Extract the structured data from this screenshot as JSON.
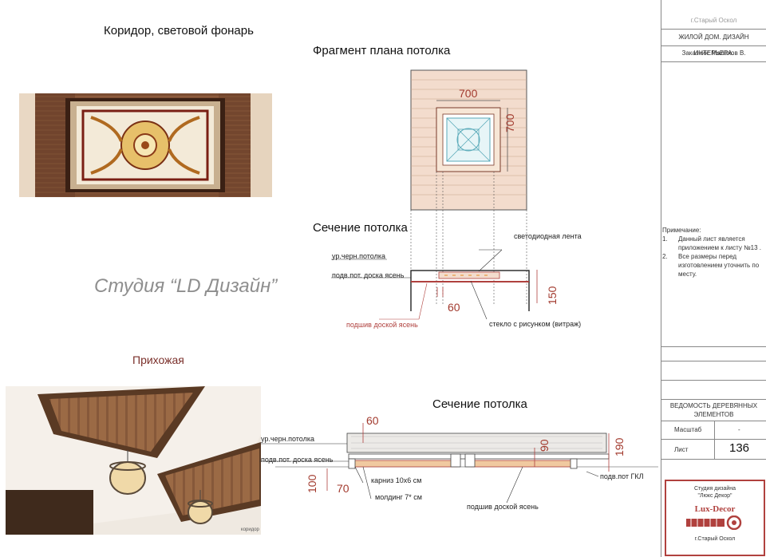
{
  "titles": {
    "corridor": "Коридор, световой фонарь",
    "plan": "Фрагмент плана потолка",
    "section1": "Сечение потолка",
    "section2": "Сечение потолка",
    "hallway": "Прихожая",
    "watermark": "Студия “LD Дизайн”",
    "photo_caption": "коридор"
  },
  "plan": {
    "dim_width": "700",
    "dim_height": "700"
  },
  "section1": {
    "label_rough": "ур.черн.потолка",
    "label_board": "подв.пот. доска ясень",
    "label_led": "светодиодная лента",
    "label_lining": "подшив доской ясень",
    "label_glass": "стекло с рисунком (витраж)",
    "dim_60": "60",
    "dim_150": "150"
  },
  "section2": {
    "label_rough": "ур.черн.потолка",
    "label_board": "подв.пот. доска ясень",
    "label_cornice": "карниз 10х6 см",
    "label_molding": "молдинг 7* см",
    "label_lining": "подшив доской ясень",
    "label_gkl": "подв.пот ГКЛ",
    "dim_60": "60",
    "dim_90": "90",
    "dim_190": "190",
    "dim_100": "100",
    "dim_70": "70"
  },
  "title_block": {
    "city": "г.Старый Оскол",
    "project": "ЖИЛОЙ ДОМ. ДИЗАЙН ИНТЕРЬЕРА.",
    "customer": "Заказчик: Малахов В.",
    "notes_title": "Примечание:",
    "notes": [
      {
        "num": "1.",
        "text": "Данный лист является приложением к листу №13 ."
      },
      {
        "num": "2.",
        "text": "Все размеры перед изготовлением уточнить по месту."
      }
    ],
    "sheet_title": "ВЕДОМОСТЬ ДЕРЕВЯННЫХ ЭЛЕМЕНТОВ",
    "scale_label": "Масштаб",
    "scale_value": "-",
    "sheet_label": "Лист",
    "sheet_value": "136",
    "studio_line1": "Студия дизайна",
    "studio_line2": "\"Люкс Декор\"",
    "logo_text": "Lux-Decor",
    "studio_city": "г.Старый Оскол"
  },
  "colors": {
    "wood": "#8a5a3b",
    "wood_dark": "#5b3622",
    "accent_red": "#b0413e",
    "plan_fill": "#f3dccd"
  }
}
